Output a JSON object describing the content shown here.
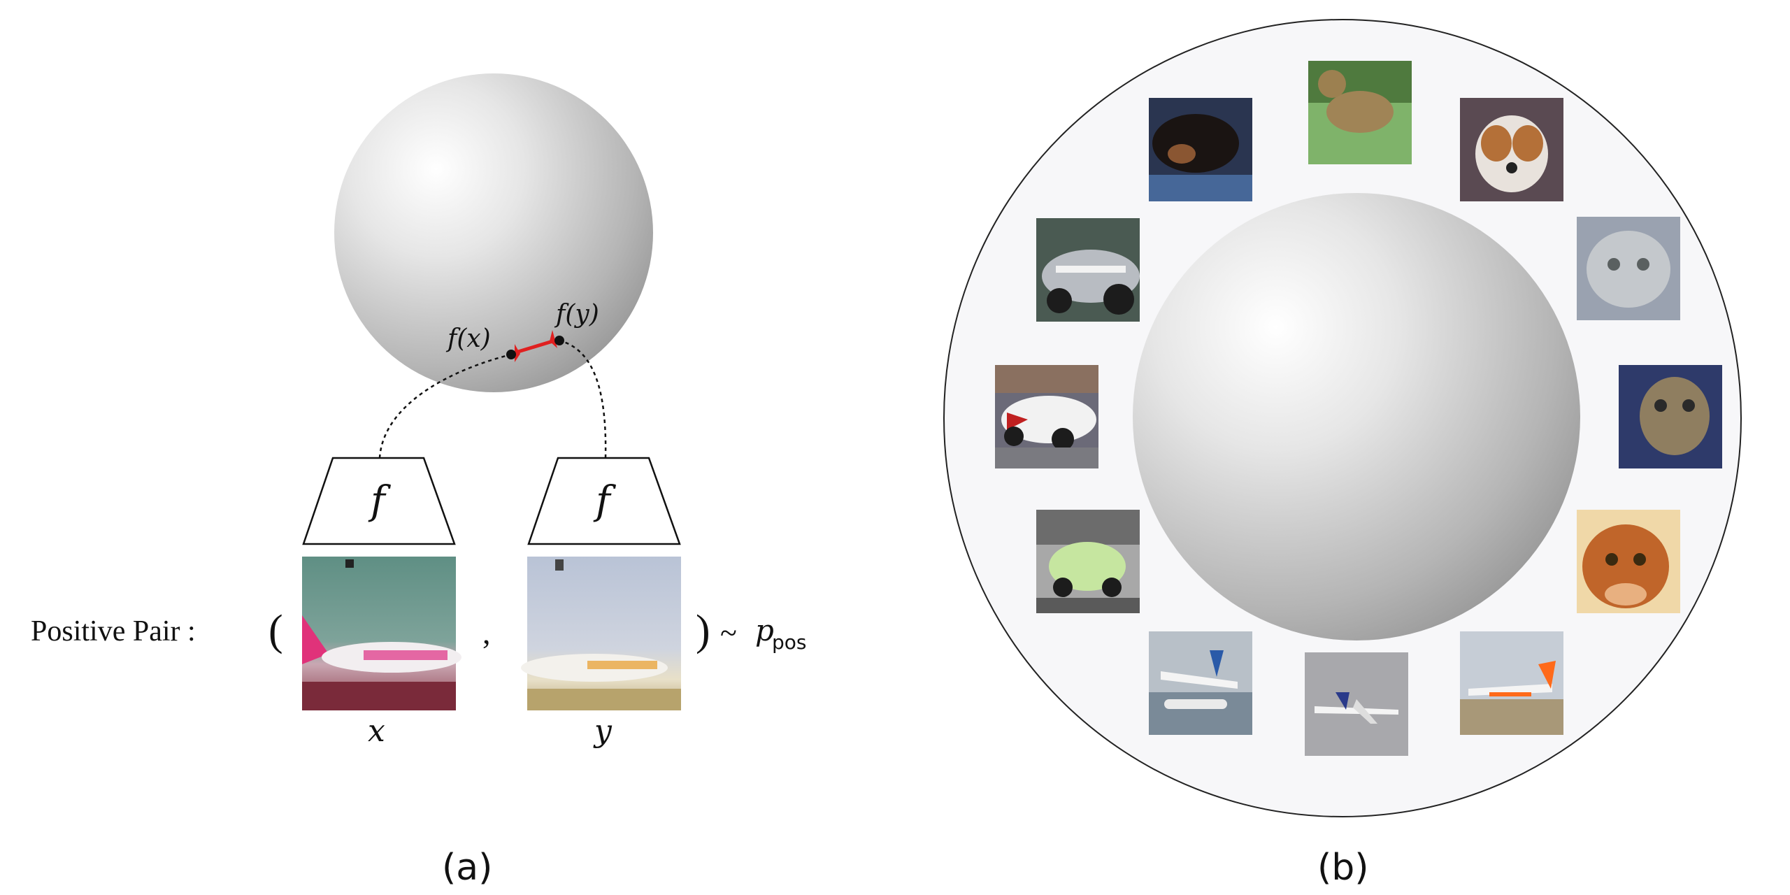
{
  "panel_a": {
    "caption": "(a)",
    "label_fx": "f(x)",
    "label_fy": "f(y)",
    "encoder_left_label": "f",
    "encoder_right_label": "f",
    "positive_pair_label": "Positive Pair :",
    "open_paren": "(",
    "comma": ",",
    "close_paren": ")",
    "tilde": "~",
    "p_symbol": "p",
    "p_subscript": "pos",
    "var_x": "x",
    "var_y": "y",
    "image_x": "airplane-easyjet-crop",
    "image_y": "airplane-easyjet-augmented"
  },
  "panel_b": {
    "caption": "(b)",
    "thumbnails": [
      {
        "id": "dog-dachshund",
        "icon": "dog"
      },
      {
        "id": "dog-terrier-grass",
        "icon": "dog"
      },
      {
        "id": "dog-jack-russell",
        "icon": "dog"
      },
      {
        "id": "car-cobra",
        "icon": "car"
      },
      {
        "id": "cat-pallas",
        "icon": "cat"
      },
      {
        "id": "car-bmw",
        "icon": "car"
      },
      {
        "id": "cat-tabby",
        "icon": "cat"
      },
      {
        "id": "car-smart",
        "icon": "car"
      },
      {
        "id": "cat-orange",
        "icon": "cat"
      },
      {
        "id": "airplane-seaplane",
        "icon": "airplane"
      },
      {
        "id": "airplane-jet",
        "icon": "airplane"
      },
      {
        "id": "airplane-easyjet",
        "icon": "airplane"
      }
    ]
  },
  "colors": {
    "red_link": "#e02020",
    "ring_fill": "#f7f7f9",
    "outline": "#222222"
  }
}
